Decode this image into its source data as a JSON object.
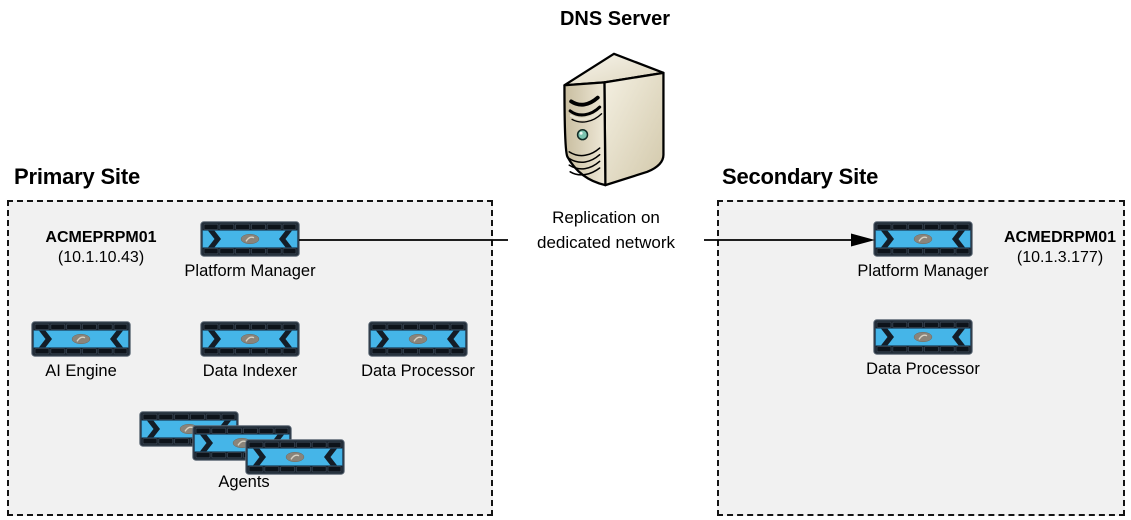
{
  "dns": {
    "label": "DNS Server",
    "icon": "server-tower-icon"
  },
  "replication": {
    "line1": "Replication on",
    "line2": "dedicated network",
    "icon": "right-arrow"
  },
  "primary": {
    "title": "Primary Site",
    "host_name": "ACMEPRPM01",
    "host_ip": "(10.1.10.43)",
    "platform_manager": "Platform Manager",
    "ai_engine": "AI Engine",
    "data_indexer": "Data Indexer",
    "data_processor": "Data Processor",
    "agents": "Agents"
  },
  "secondary": {
    "title": "Secondary Site",
    "host_name": "ACMEDRPM01",
    "host_ip": "(10.1.3.177)",
    "platform_manager": "Platform Manager",
    "data_processor": "Data Processor"
  },
  "icons": {
    "appliance": "appliance-icon",
    "dns_server": "server-tower-icon"
  },
  "colors": {
    "appliance_blue": "#45b5e8",
    "appliance_dark": "#232e3a",
    "site_box_fill": "#f1f1f1",
    "server_beige": "#e9e2cd",
    "arrow": "#000000"
  }
}
